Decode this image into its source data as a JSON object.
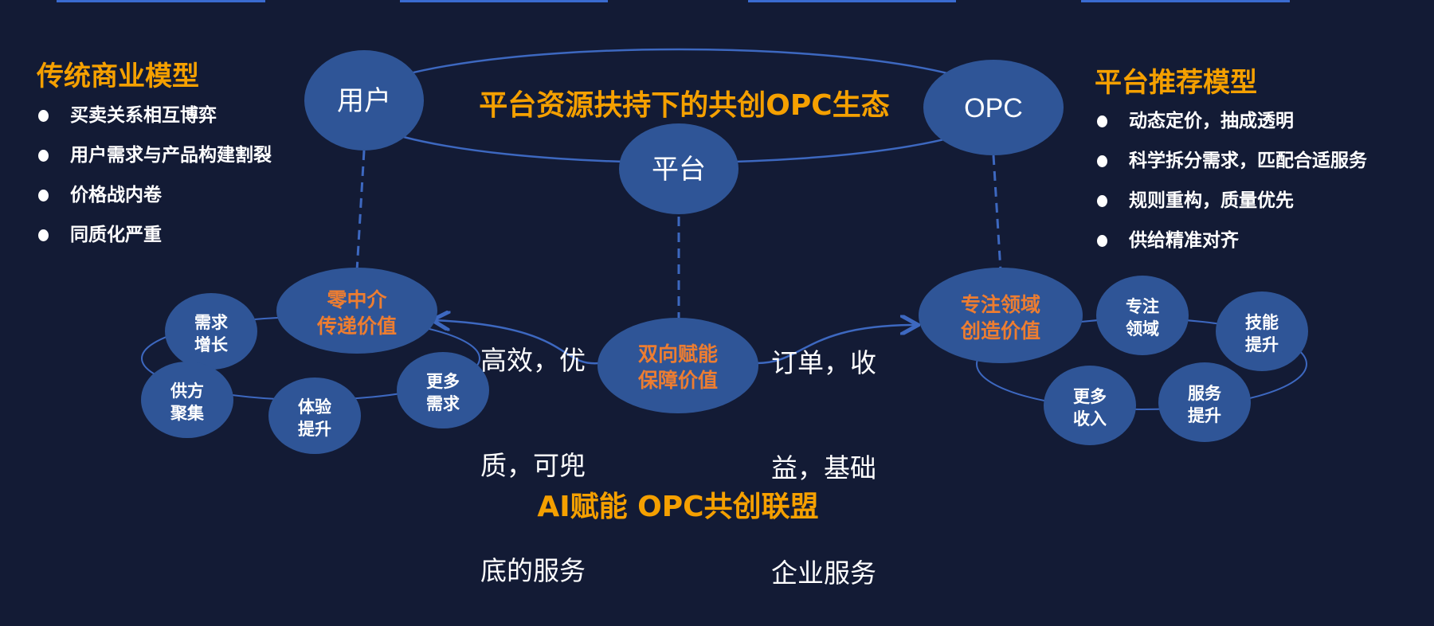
{
  "left_panel": {
    "title": "传统商业模型",
    "items": [
      "买卖关系相互博弈",
      "用户需求与产品构建割裂",
      "价格战内卷",
      "同质化严重"
    ]
  },
  "right_panel": {
    "title": "平台推荐模型",
    "items": [
      "动态定价，抽成透明",
      "科学拆分需求，匹配合适服务",
      "规则重构，质量优先",
      "供给精准对齐"
    ]
  },
  "ecosystem": {
    "title": "平台资源扶持下的共创OPC生态",
    "nodes": {
      "user": "用户",
      "opc": "OPC",
      "platform": "平台"
    }
  },
  "left_cluster": {
    "main": [
      "零中介",
      "传递价值"
    ],
    "satellites": [
      [
        "需求",
        "增长"
      ],
      [
        "供方",
        "聚集"
      ],
      [
        "体验",
        "提升"
      ],
      [
        "更多",
        "需求"
      ]
    ]
  },
  "center_node": [
    "双向赋能",
    "保障价值"
  ],
  "right_cluster": {
    "main": [
      "专注领域",
      "创造价值"
    ],
    "satellites": [
      [
        "专注",
        "领域"
      ],
      [
        "技能",
        "提升"
      ],
      [
        "更多",
        "收入"
      ],
      [
        "服务",
        "提升"
      ]
    ]
  },
  "flow_left_text": [
    "高效，优",
    "质，可兜",
    "底的服务"
  ],
  "flow_right_text": [
    "订单，收",
    "益，基础",
    "企业服务"
  ],
  "footer_title": "AI赋能 OPC共创联盟",
  "colors": {
    "background": "#131b35",
    "node": "#2f5597",
    "accent": "#f5a000",
    "node_text": "#ed7d31",
    "line": "#3d68c0"
  }
}
